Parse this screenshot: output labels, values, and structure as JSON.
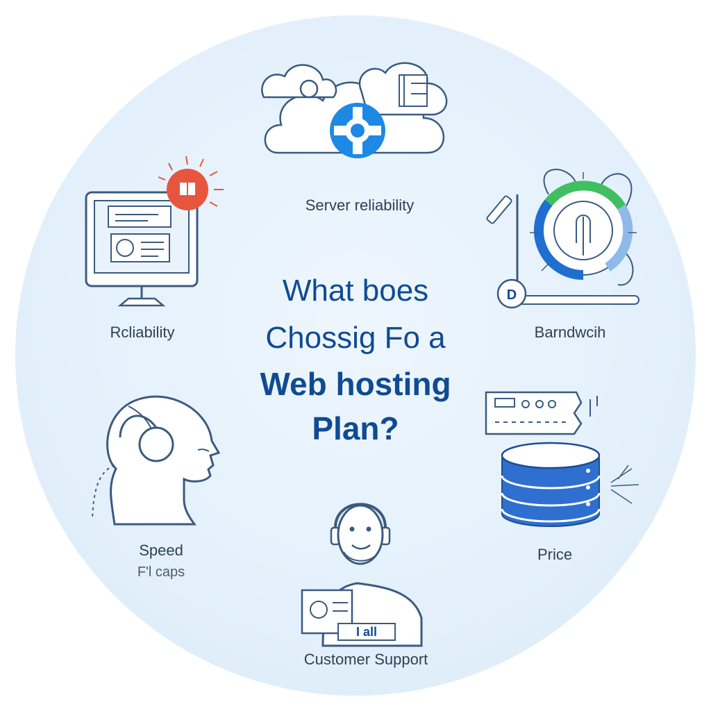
{
  "center": {
    "line1": "What boes",
    "line2": "Chossig Fo a",
    "line3": "Web hosting",
    "line4": "Plan?"
  },
  "items": {
    "server_reliability": "Server reliability",
    "reliability": "Rcliability",
    "bandwidth": "Barndwcih",
    "speed": "Speed",
    "speed_sub": "F'l caps",
    "price": "Price",
    "customer_support": "Customer Support",
    "bandwidth_badge": "D",
    "support_sign": "I all"
  },
  "colors": {
    "primary": "#0f4b92",
    "accent_blue": "#1e88e5",
    "accent_red": "#e8553f",
    "accent_green": "#3fbf5f",
    "background": "#e3f0fb"
  }
}
